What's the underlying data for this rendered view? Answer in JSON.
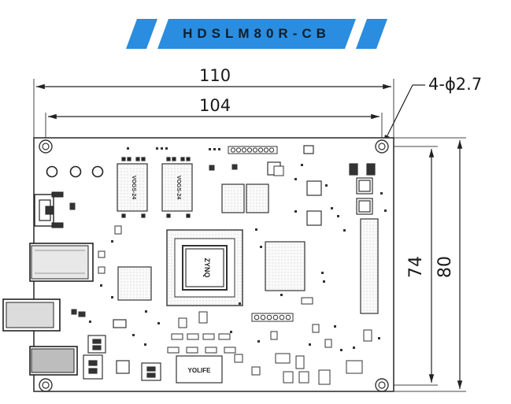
{
  "banner": {
    "title": "HDSLM80R-CB",
    "color": "#2a8de0"
  },
  "dimensions": {
    "overall_width": "110",
    "hole_spacing_x": "104",
    "hole_spacing_y": "74",
    "overall_height": "80",
    "mounting_holes": "4-ϕ2.7"
  },
  "board": {
    "fpga_marking": "ZYNQ",
    "memory_marking_left": "VOGS-24",
    "memory_marking_right": "VOGS-24",
    "logo_text": "YOLIFE",
    "outline_color": "#333333"
  }
}
